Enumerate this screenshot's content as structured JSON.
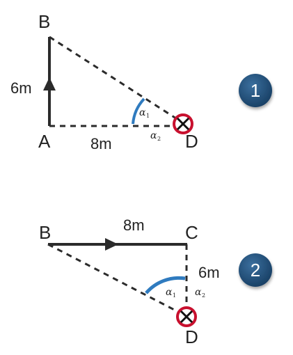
{
  "diagram1": {
    "badge": "1",
    "points": {
      "A": "A",
      "B": "B",
      "D": "D"
    },
    "length_AB": "6m",
    "length_AD": "8m",
    "angle1": {
      "symbol": "α",
      "sub": "1"
    },
    "angle2": {
      "symbol": "α",
      "sub": "2"
    }
  },
  "diagram2": {
    "badge": "2",
    "points": {
      "B": "B",
      "C": "C",
      "D": "D"
    },
    "length_BC": "8m",
    "length_CD": "6m",
    "angle1": {
      "symbol": "α",
      "sub": "1"
    },
    "angle2": {
      "symbol": "α",
      "sub": "2"
    }
  },
  "colors": {
    "line": "#2b2b2b",
    "arc": "#2f7bbf",
    "marker_ring": "#c8102e",
    "badge_fill": "#1f4e79"
  }
}
